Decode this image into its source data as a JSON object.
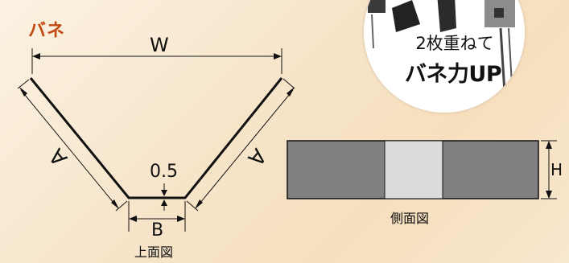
{
  "title": "バネ",
  "callout": {
    "line1": "2枚重ねて",
    "line2": "バネ力UP"
  },
  "top_view": {
    "caption": "上面図",
    "labels": {
      "width": "W",
      "arm_left": "A",
      "arm_right": "A",
      "thickness": "0.5",
      "bottom": "B"
    }
  },
  "side_view": {
    "caption": "側面図",
    "labels": {
      "height": "H"
    },
    "colors": {
      "body": "#808080",
      "center": "#dcdcdc"
    }
  },
  "colors": {
    "title": "#c04a12",
    "line": "#111111"
  }
}
